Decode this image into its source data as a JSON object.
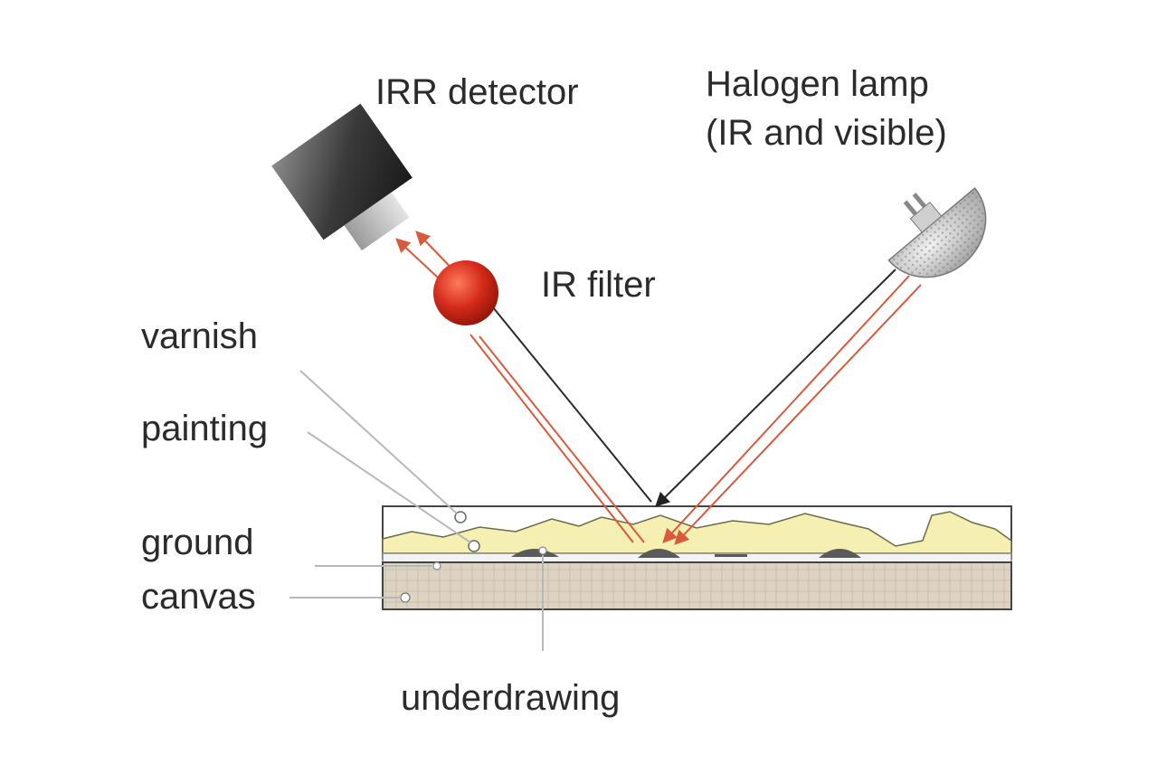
{
  "labels": {
    "detector": "IRR detector",
    "lamp_line1": "Halogen lamp",
    "lamp_line2": "(IR and visible)",
    "filter": "IR filter",
    "varnish": "varnish",
    "painting": "painting",
    "ground": "ground",
    "canvas": "canvas",
    "underdrawing": "underdrawing"
  },
  "colors": {
    "ir_ray": "#d9593b",
    "visible_ray": "#2a2a2a",
    "filter": "#d32a1a",
    "paint_layer": "#f5efb2",
    "canvas": "#ddd3c3",
    "underdrawing": "#5a5a5a",
    "leader_line": "#b8b8b8"
  }
}
